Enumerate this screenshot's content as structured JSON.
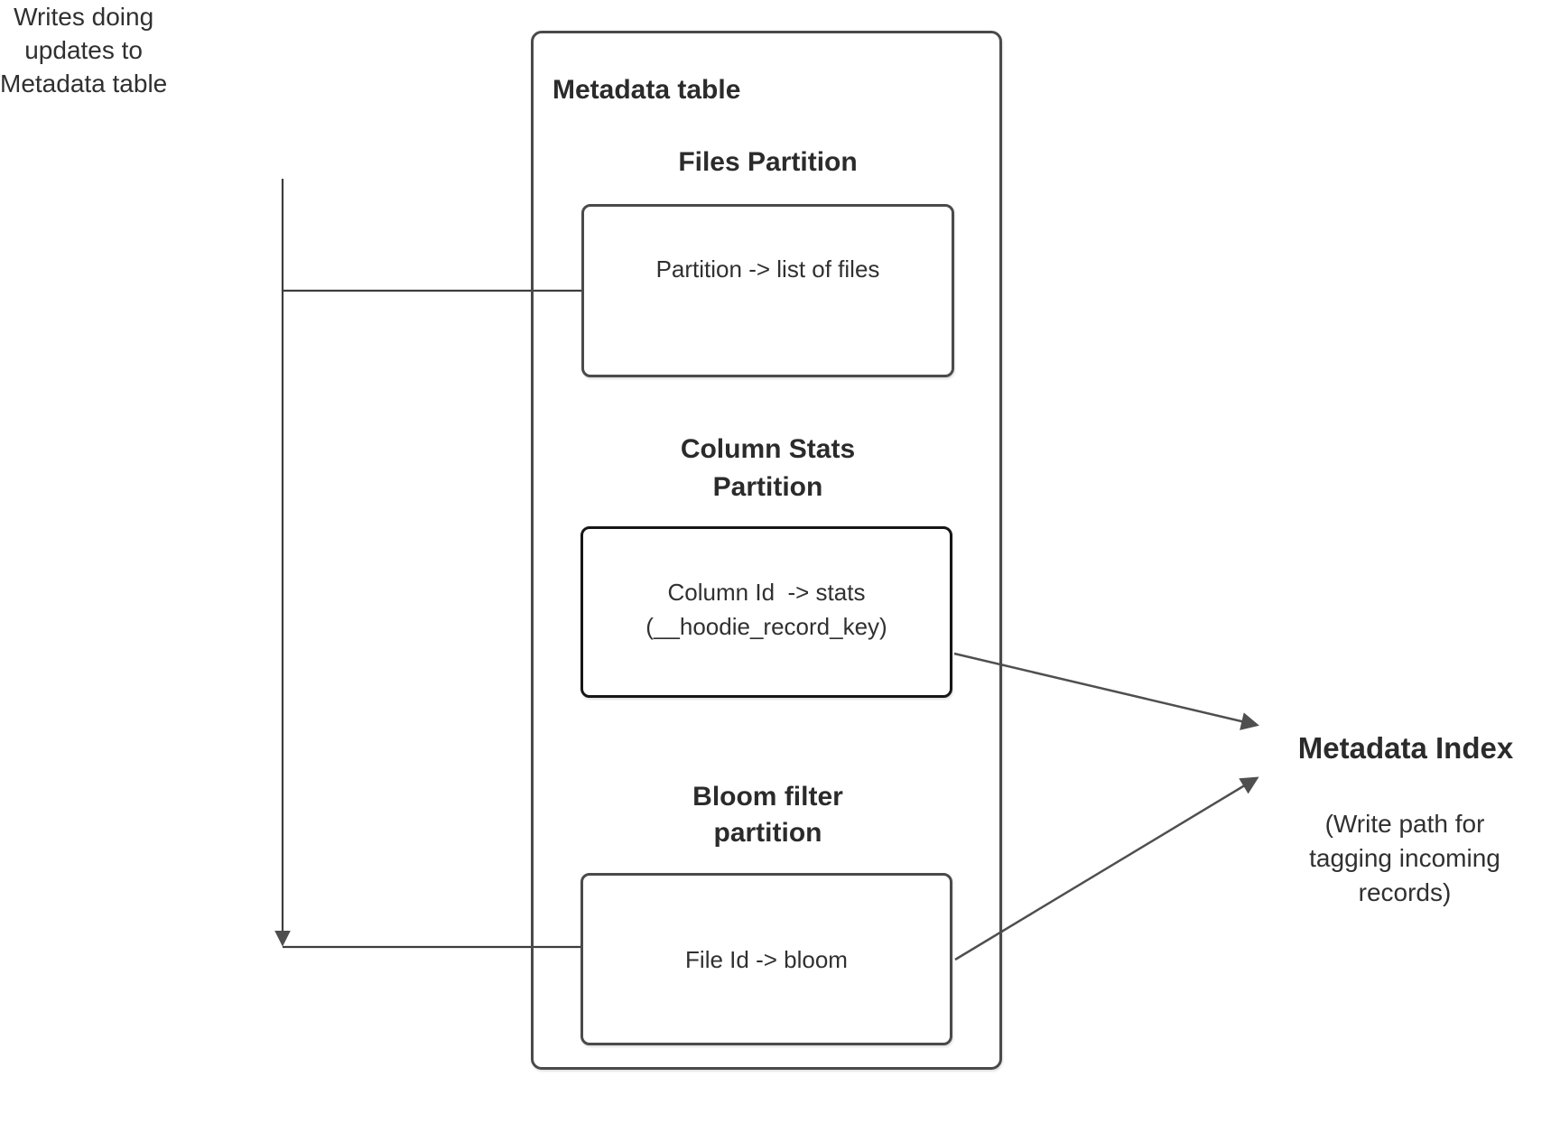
{
  "writes_label": {
    "text": "Writes doing\nupdates to\nMetadata table"
  },
  "metadata_table": {
    "title": "Metadata table",
    "partitions": [
      {
        "heading": "Files Partition",
        "lines": [
          "Partition -> list of files"
        ]
      },
      {
        "heading": "Column Stats\nPartition",
        "lines": [
          "Column Id  -> stats",
          "(__hoodie_record_key)"
        ]
      },
      {
        "heading": "Bloom filter\npartition",
        "lines": [
          "File Id -> bloom"
        ]
      }
    ]
  },
  "metadata_index": {
    "title": "Metadata Index",
    "caption": "(Write path for\ntagging incoming\nrecords)"
  },
  "colors": {
    "background": "#ffffff",
    "box_border": "#4a4a4a",
    "emphasis_border": "#161616",
    "connector": "#3d3d3d",
    "arrow": "#4f4f4f",
    "text": "#303030"
  }
}
